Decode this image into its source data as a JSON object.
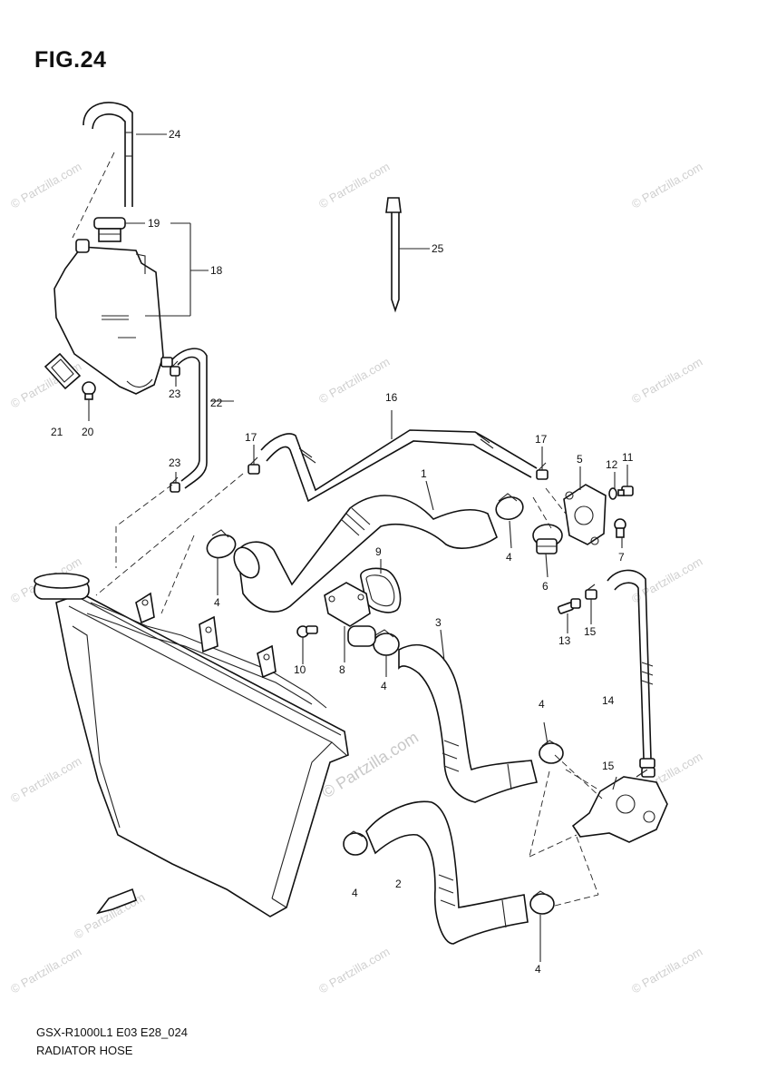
{
  "header": {
    "figure_label": "FIG.24"
  },
  "footer": {
    "model_code": "GSX-R1000L1 E03 E28_024",
    "diagram_title": "RADIATOR HOSE"
  },
  "watermark": {
    "text": "© Partzilla.com"
  },
  "callouts": {
    "c1": "1",
    "c2": "2",
    "c3": "3",
    "c4a": "4",
    "c4b": "4",
    "c4c": "4",
    "c4d": "4",
    "c4e": "4",
    "c4f": "4",
    "c5": "5",
    "c6": "6",
    "c7": "7",
    "c8": "8",
    "c9": "9",
    "c10": "10",
    "c11": "11",
    "c12": "12",
    "c13": "13",
    "c14": "14",
    "c15a": "15",
    "c15b": "15",
    "c16": "16",
    "c17a": "17",
    "c17b": "17",
    "c18": "18",
    "c19": "19",
    "c20": "20",
    "c21": "21",
    "c22": "22",
    "c23a": "23",
    "c23b": "23",
    "c24": "24",
    "c25": "25"
  }
}
